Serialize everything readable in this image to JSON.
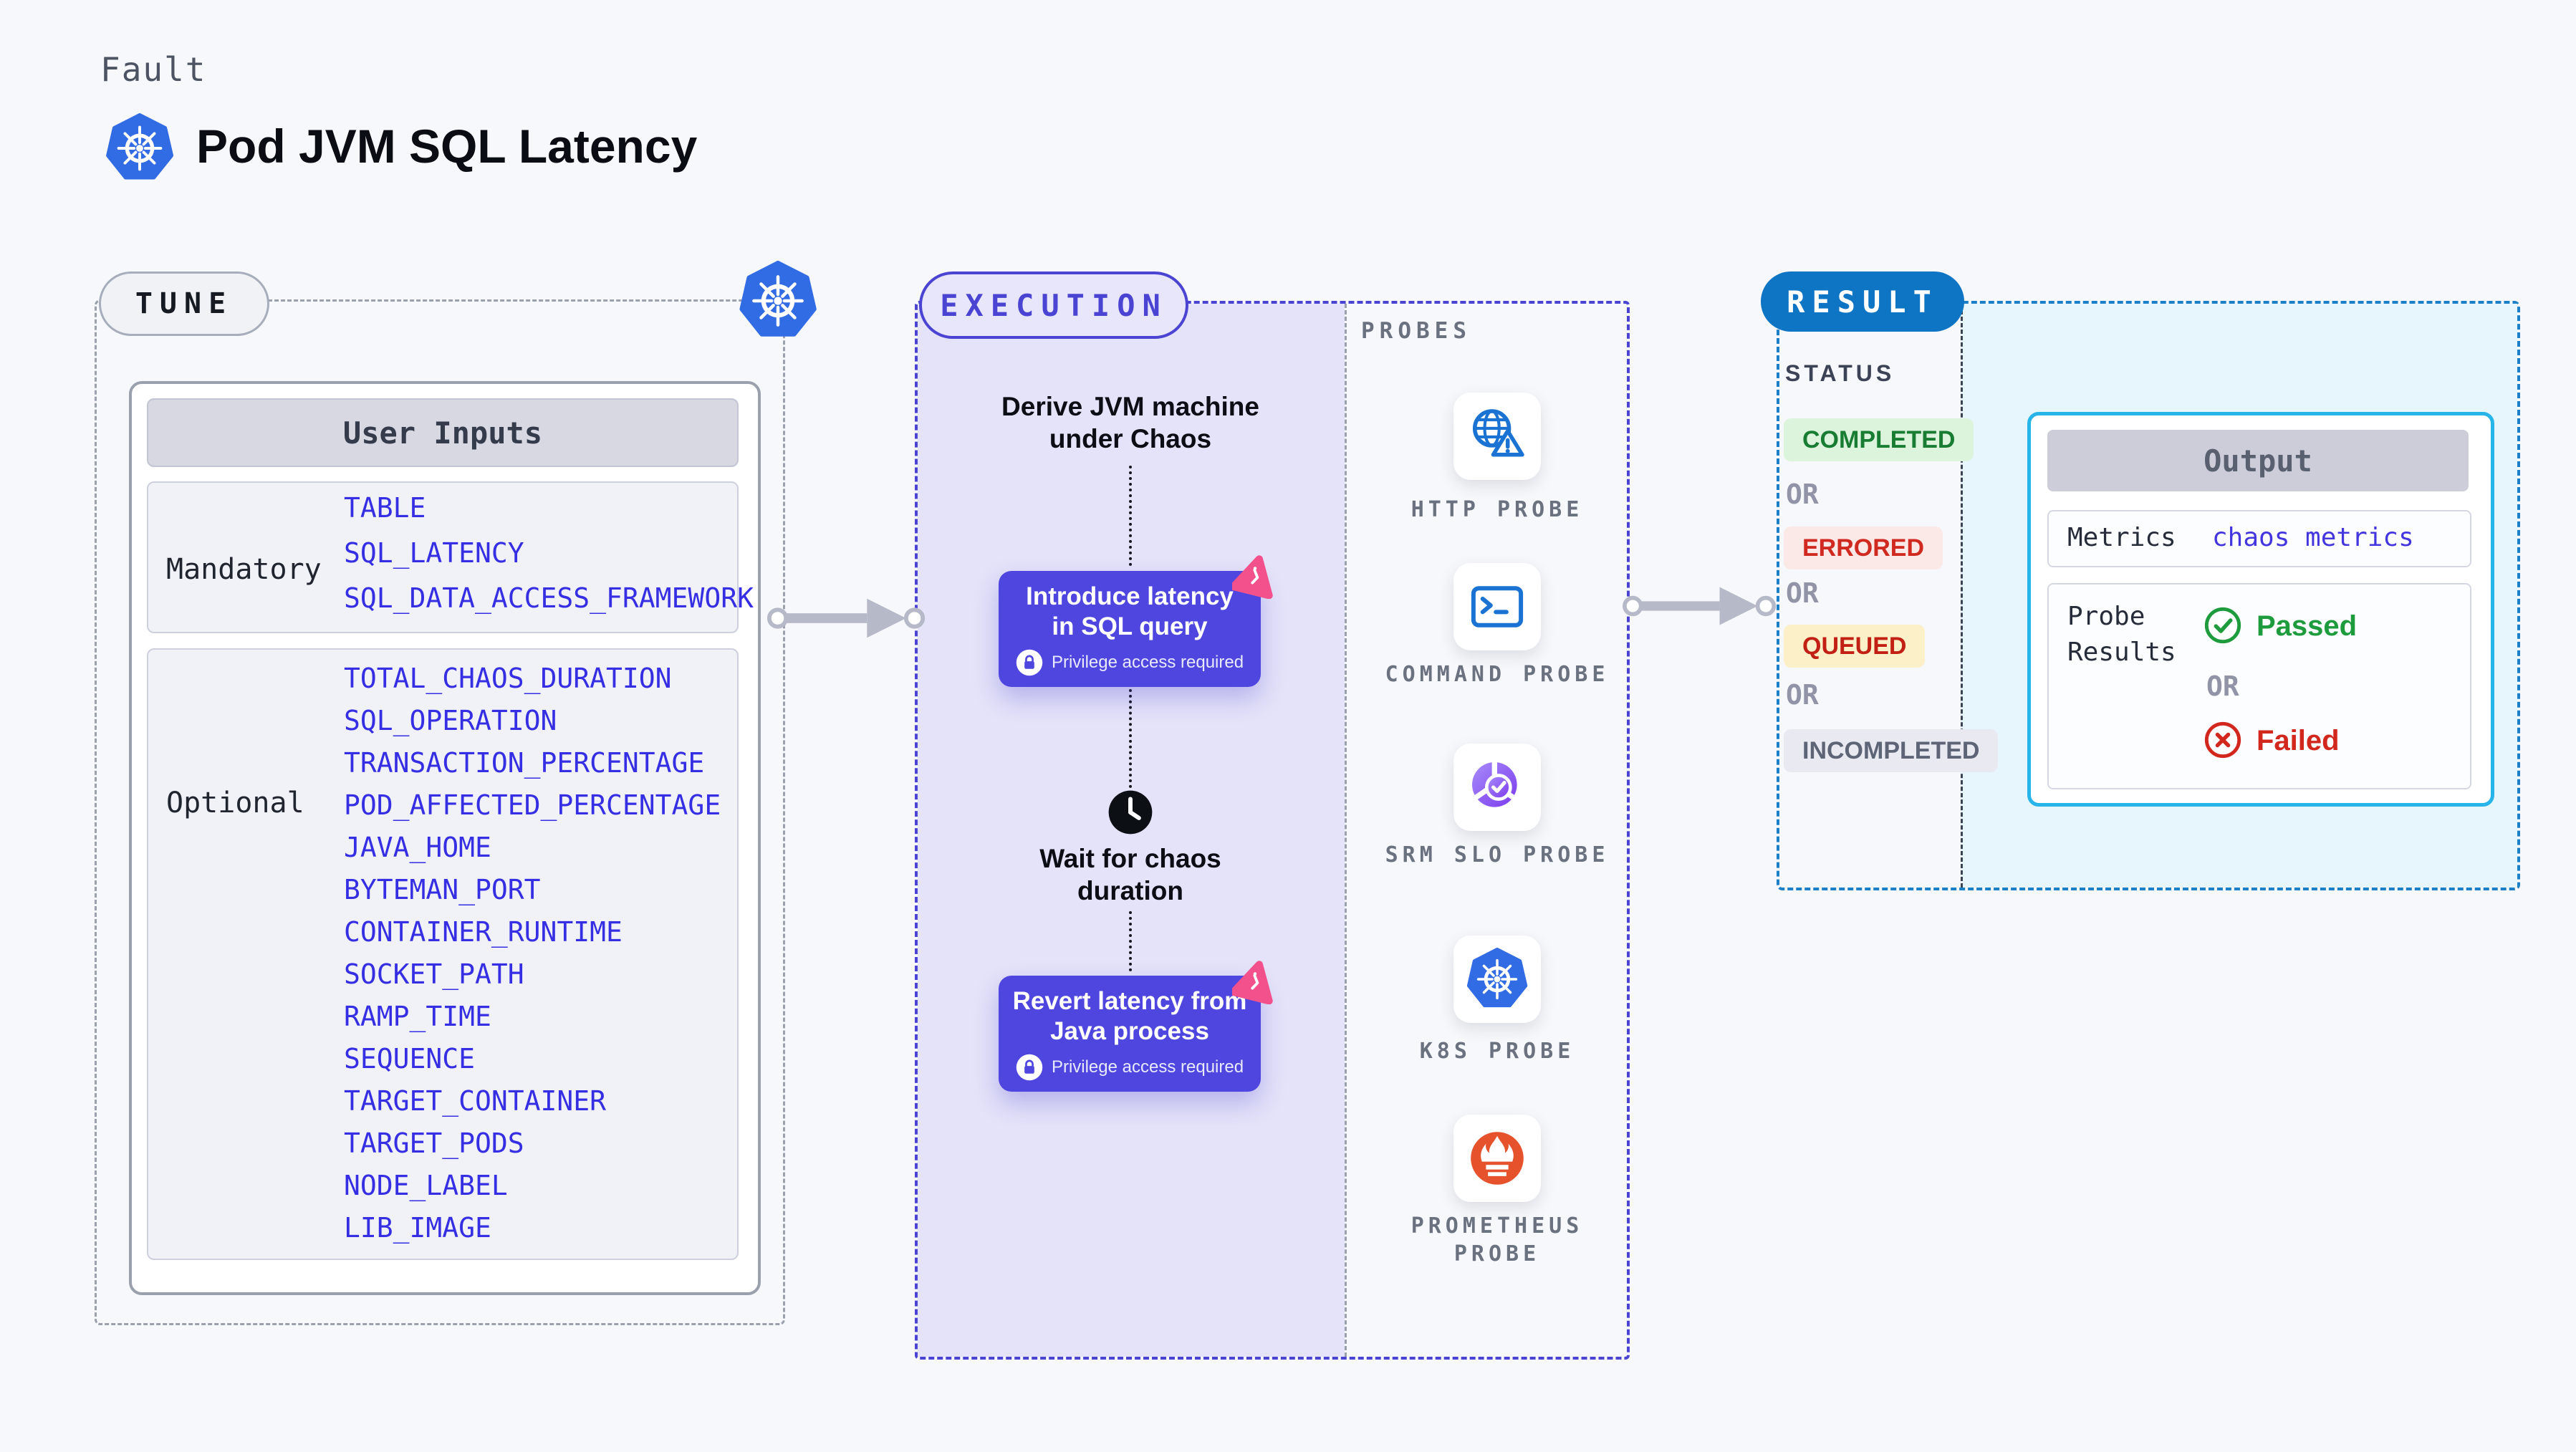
{
  "page": {
    "kicker": "Fault",
    "title": "Pod JVM SQL Latency"
  },
  "tune": {
    "badge": "TUNE",
    "table_header": "User Inputs",
    "mandatory_label": "Mandatory",
    "mandatory_items": [
      "TABLE",
      "SQL_LATENCY",
      "SQL_DATA_ACCESS_FRAMEWORK"
    ],
    "optional_label": "Optional",
    "optional_items": [
      "TOTAL_CHAOS_DURATION",
      "SQL_OPERATION",
      "TRANSACTION_PERCENTAGE",
      "POD_AFFECTED_PERCENTAGE",
      "JAVA_HOME",
      "BYTEMAN_PORT",
      "CONTAINER_RUNTIME",
      "SOCKET_PATH",
      "RAMP_TIME",
      "SEQUENCE",
      "TARGET_CONTAINER",
      "TARGET_PODS",
      "NODE_LABEL",
      "LIB_IMAGE"
    ]
  },
  "execution": {
    "badge": "EXECUTION",
    "step_derive": "Derive JVM machine under Chaos",
    "step_introduce": "Introduce latency in SQL query",
    "step_wait": "Wait for chaos duration",
    "step_revert": "Revert latency from Java process",
    "privilege_note": "Privilege access required"
  },
  "probes": {
    "heading": "PROBES",
    "items": [
      {
        "label": "HTTP PROBE",
        "icon": "globe-alert-icon"
      },
      {
        "label": "COMMAND PROBE",
        "icon": "terminal-icon"
      },
      {
        "label": "SRM SLO PROBE",
        "icon": "slo-donut-icon"
      },
      {
        "label": "K8S PROBE",
        "icon": "kubernetes-icon"
      },
      {
        "label": "PROMETHEUS PROBE",
        "icon": "prometheus-flame-icon"
      }
    ]
  },
  "result": {
    "badge": "RESULT",
    "status_heading": "STATUS",
    "or_label": "OR",
    "statuses": [
      {
        "label": "COMPLETED"
      },
      {
        "label": "ERRORED"
      },
      {
        "label": "QUEUED"
      },
      {
        "label": "INCOMPLETED"
      }
    ],
    "output": {
      "header": "Output",
      "metrics_label": "Metrics",
      "metrics_value": "chaos metrics",
      "probe_results_label": "Probe Results",
      "passed_label": "Passed",
      "failed_label": "Failed",
      "or_label": "OR"
    }
  },
  "colors": {
    "page_bg": "#f7f8fb",
    "gray_dash": "#9aa1ad",
    "indigo": "#4b44d3",
    "indigo_box": "#4f46e0",
    "lavender": "#e4e3f9",
    "kubernetes_blue": "#326ce5",
    "result_blue": "#0e74c4",
    "result_dash": "#1c80c8",
    "cyan_panel": "#e7f5fd",
    "card_cyan_border": "#27b4e8",
    "green": "#1d9b3d",
    "red": "#d2271d",
    "queued_yellow": "#fcf0c8",
    "pink": "#f2518c",
    "prometheus_orange": "#e6522c",
    "input_blue": "#362ee3"
  }
}
